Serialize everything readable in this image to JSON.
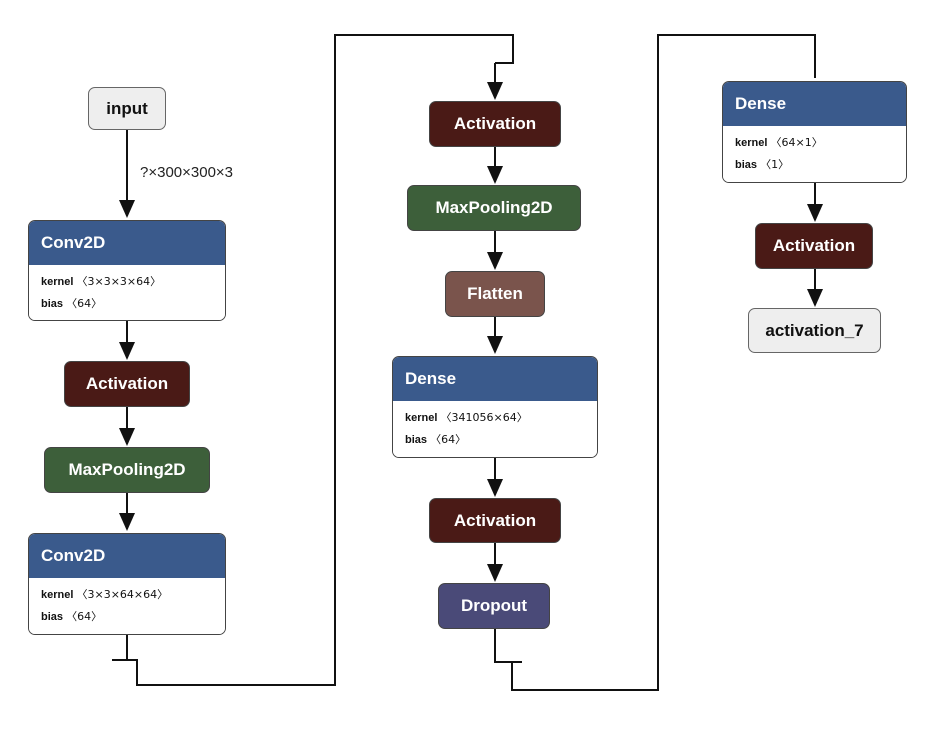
{
  "colors": {
    "dense": "#3a5a8c",
    "activation": "#4a1a16",
    "pooling": "#3d5f3a",
    "flatten": "#7a544c",
    "dropout": "#4a4a78",
    "io": "#eeeeee"
  },
  "input_shape": "?×300×300×3",
  "param_kernel_label": "kernel",
  "param_bias_label": "bias",
  "nodes": {
    "input": {
      "label": "input"
    },
    "conv1": {
      "label": "Conv2D",
      "kernel": "〈3×3×3×64〉",
      "bias": "〈64〉"
    },
    "act1": {
      "label": "Activation"
    },
    "pool1": {
      "label": "MaxPooling2D"
    },
    "conv2": {
      "label": "Conv2D",
      "kernel": "〈3×3×64×64〉",
      "bias": "〈64〉"
    },
    "act2": {
      "label": "Activation"
    },
    "pool2": {
      "label": "MaxPooling2D"
    },
    "flatten": {
      "label": "Flatten"
    },
    "dense1": {
      "label": "Dense",
      "kernel": "〈341056×64〉",
      "bias": "〈64〉"
    },
    "act3": {
      "label": "Activation"
    },
    "dropout": {
      "label": "Dropout"
    },
    "dense2": {
      "label": "Dense",
      "kernel": "〈64×1〉",
      "bias": "〈1〉"
    },
    "act4": {
      "label": "Activation"
    },
    "output": {
      "label": "activation_7"
    }
  }
}
